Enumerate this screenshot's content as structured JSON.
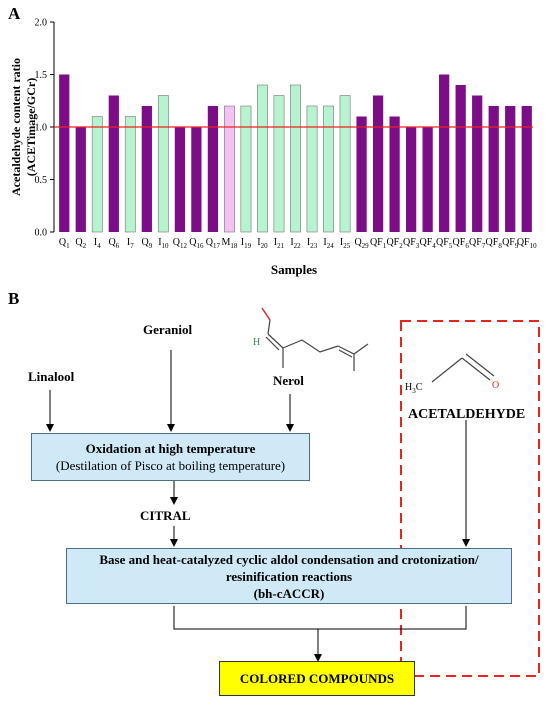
{
  "panels": {
    "a": "A",
    "b": "B"
  },
  "chart_data": {
    "type": "bar",
    "ylabel_line1": "Acetaldehyde content ratio",
    "ylabel_line2": "(ACETimage/GCr)",
    "xlabel": "Samples",
    "ylim": [
      0.0,
      2.0
    ],
    "yticks": [
      "0.0",
      "0.5",
      "1.0",
      "1.5",
      "2.0"
    ],
    "reference_line": {
      "y": 1.0,
      "color": "#e8241c"
    },
    "categories": [
      {
        "base": "Q",
        "sub": "1"
      },
      {
        "base": "Q",
        "sub": "2"
      },
      {
        "base": "I",
        "sub": "4"
      },
      {
        "base": "Q",
        "sub": "6"
      },
      {
        "base": "I",
        "sub": "7"
      },
      {
        "base": "Q",
        "sub": "9"
      },
      {
        "base": "I",
        "sub": "10"
      },
      {
        "base": "Q",
        "sub": "12"
      },
      {
        "base": "Q",
        "sub": "16"
      },
      {
        "base": "Q",
        "sub": "17"
      },
      {
        "base": "M",
        "sub": "18"
      },
      {
        "base": "I",
        "sub": "19"
      },
      {
        "base": "I",
        "sub": "20"
      },
      {
        "base": "I",
        "sub": "21"
      },
      {
        "base": "I",
        "sub": "22"
      },
      {
        "base": "I",
        "sub": "23"
      },
      {
        "base": "I",
        "sub": "24"
      },
      {
        "base": "I",
        "sub": "25"
      },
      {
        "base": "Q",
        "sub": "29"
      },
      {
        "base": "QF",
        "sub": "1"
      },
      {
        "base": "QF",
        "sub": "2"
      },
      {
        "base": "QF",
        "sub": "3"
      },
      {
        "base": "QF",
        "sub": "4"
      },
      {
        "base": "QF",
        "sub": "5"
      },
      {
        "base": "QF",
        "sub": "6"
      },
      {
        "base": "QF",
        "sub": "7"
      },
      {
        "base": "QF",
        "sub": "8"
      },
      {
        "base": "QF",
        "sub": "9"
      },
      {
        "base": "QF",
        "sub": "10"
      }
    ],
    "values": [
      1.5,
      1.0,
      1.1,
      1.3,
      1.1,
      1.2,
      1.3,
      1.0,
      1.0,
      1.2,
      1.2,
      1.2,
      1.4,
      1.3,
      1.4,
      1.2,
      1.2,
      1.3,
      1.1,
      1.3,
      1.1,
      1.0,
      1.0,
      1.5,
      1.4,
      1.3,
      1.2,
      1.2,
      1.2
    ],
    "colors": {
      "Q": "#7b0d87",
      "QF": "#7b0d87",
      "I": "#b7f3cf",
      "M": "#f4c2f2"
    }
  },
  "diagram": {
    "linalool": "Linalool",
    "geraniol": "Geraniol",
    "nerol": "Nerol",
    "citral": "CITRAL",
    "acetaldehyde": "ACETALDEHYDE",
    "oxidation_title": "Oxidation at high temperature",
    "oxidation_sub": "(Destilation of Pisco at boiling temperature)",
    "reaction_line1": "Base and heat-catalyzed cyclic aldol condensation and crotonization/",
    "reaction_line2": "resinification reactions",
    "reaction_line3": "(bh-cACCR)",
    "colored": "COLORED COMPOUNDS",
    "nerol_h": "H",
    "acet_h3c": "H",
    "acet_h3c_sub": "3",
    "acet_c": "C",
    "acet_o": "O"
  }
}
